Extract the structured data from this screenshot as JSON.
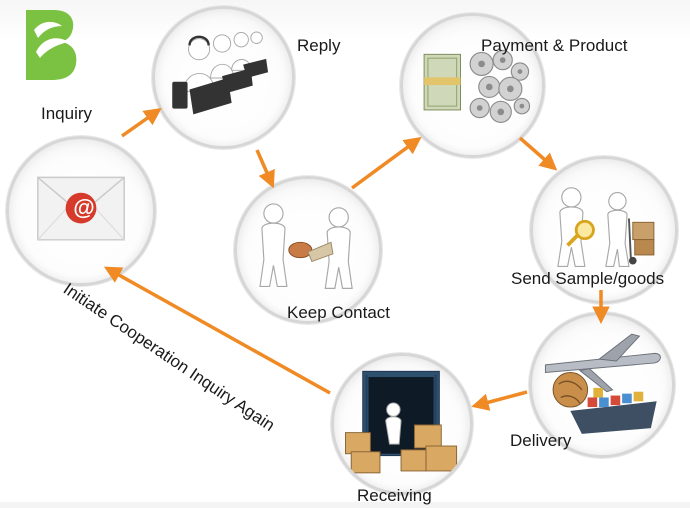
{
  "steps": [
    {
      "id": "inquiry",
      "label": "Inquiry"
    },
    {
      "id": "reply",
      "label": "Reply"
    },
    {
      "id": "keep-contact",
      "label": "Keep Contact"
    },
    {
      "id": "payment-product",
      "label": "Payment & Product"
    },
    {
      "id": "send-sample",
      "label": "Send Sample/goods"
    },
    {
      "id": "delivery",
      "label": "Delivery"
    },
    {
      "id": "receiving",
      "label": "Receiving"
    }
  ],
  "loop_label": "Initiate Cooperation Inquiry Again",
  "email_symbol": "@",
  "logo_letter": "B",
  "colors": {
    "arrow": "#f08a24",
    "logo": "#7cc242",
    "email_red": "#d63a2b",
    "circle_border": "#d6d6d6"
  },
  "icons": [
    "b-logo-icon",
    "email-envelope-icon",
    "call-center-icon",
    "handshake-figures-icon",
    "money-gears-icon",
    "magnifier-cart-icon",
    "airplane-ship-icon",
    "container-boxes-icon"
  ]
}
